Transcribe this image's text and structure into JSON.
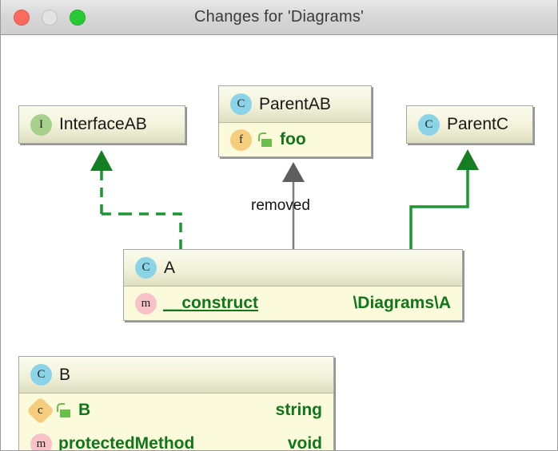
{
  "window": {
    "title": "Changes for 'Diagrams'",
    "traffic_lights": [
      {
        "name": "close",
        "color": "#fa6a5f"
      },
      {
        "name": "minimize",
        "color": "#e2e2e2"
      },
      {
        "name": "zoom",
        "color": "#27ca34"
      }
    ]
  },
  "colors": {
    "node_header_bg": "#f2f2da",
    "node_body_bg": "#fbfbdc",
    "node_border": "#a7a7a7",
    "added_green": "#11751a",
    "edge_green": "#1a9632",
    "edge_gray": "#6e6e6e",
    "interface_badge": "#a8d08d",
    "class_badge": "#8bd3e6",
    "function_badge": "#f6cd7d",
    "method_badge": "#f7c3c8",
    "lock_green": "#6abf4b"
  },
  "nodes": [
    {
      "id": "interfaceab",
      "name": "InterfaceAB",
      "badge_icon": "interface-badge-icon",
      "badge_letter": "I",
      "members": []
    },
    {
      "id": "parentab",
      "name": "ParentAB",
      "badge_icon": "class-badge-icon",
      "badge_letter": "C",
      "members": [
        {
          "badge_icon": "function-badge-icon",
          "badge_letter": "f",
          "visibility_icon": "open-lock-icon",
          "name": "foo",
          "type": "",
          "underline": false
        }
      ]
    },
    {
      "id": "parentc",
      "name": "ParentC",
      "badge_icon": "class-badge-icon",
      "badge_letter": "C",
      "members": []
    },
    {
      "id": "classa",
      "name": "A",
      "badge_icon": "class-badge-icon",
      "badge_letter": "C",
      "members": [
        {
          "badge_icon": "method-badge-icon",
          "badge_letter": "m",
          "visibility_icon": "",
          "name": "__construct",
          "type": "\\Diagrams\\A",
          "underline": true
        }
      ]
    },
    {
      "id": "classb",
      "name": "B",
      "badge_icon": "class-badge-icon",
      "badge_letter": "C",
      "members": [
        {
          "badge_icon": "constant-badge-icon",
          "badge_letter": "c",
          "visibility_icon": "open-lock-icon",
          "name": "B",
          "type": "string",
          "underline": false
        },
        {
          "badge_icon": "method-badge-icon",
          "badge_letter": "m",
          "visibility_icon": "",
          "name": "protectedMethod",
          "type": "void",
          "underline": false
        }
      ]
    }
  ],
  "edges": [
    {
      "id": "implements-interfaceab",
      "from": "classa",
      "to": "interfaceab",
      "style": "dashed",
      "color": "#1a9632",
      "label": ""
    },
    {
      "id": "extends-parentab-removed",
      "from": "classa",
      "to": "parentab",
      "style": "solid",
      "color": "#6e6e6e",
      "label": "removed"
    },
    {
      "id": "extends-parentc",
      "from": "classa",
      "to": "parentc",
      "style": "solid",
      "color": "#1a9632",
      "label": ""
    }
  ]
}
